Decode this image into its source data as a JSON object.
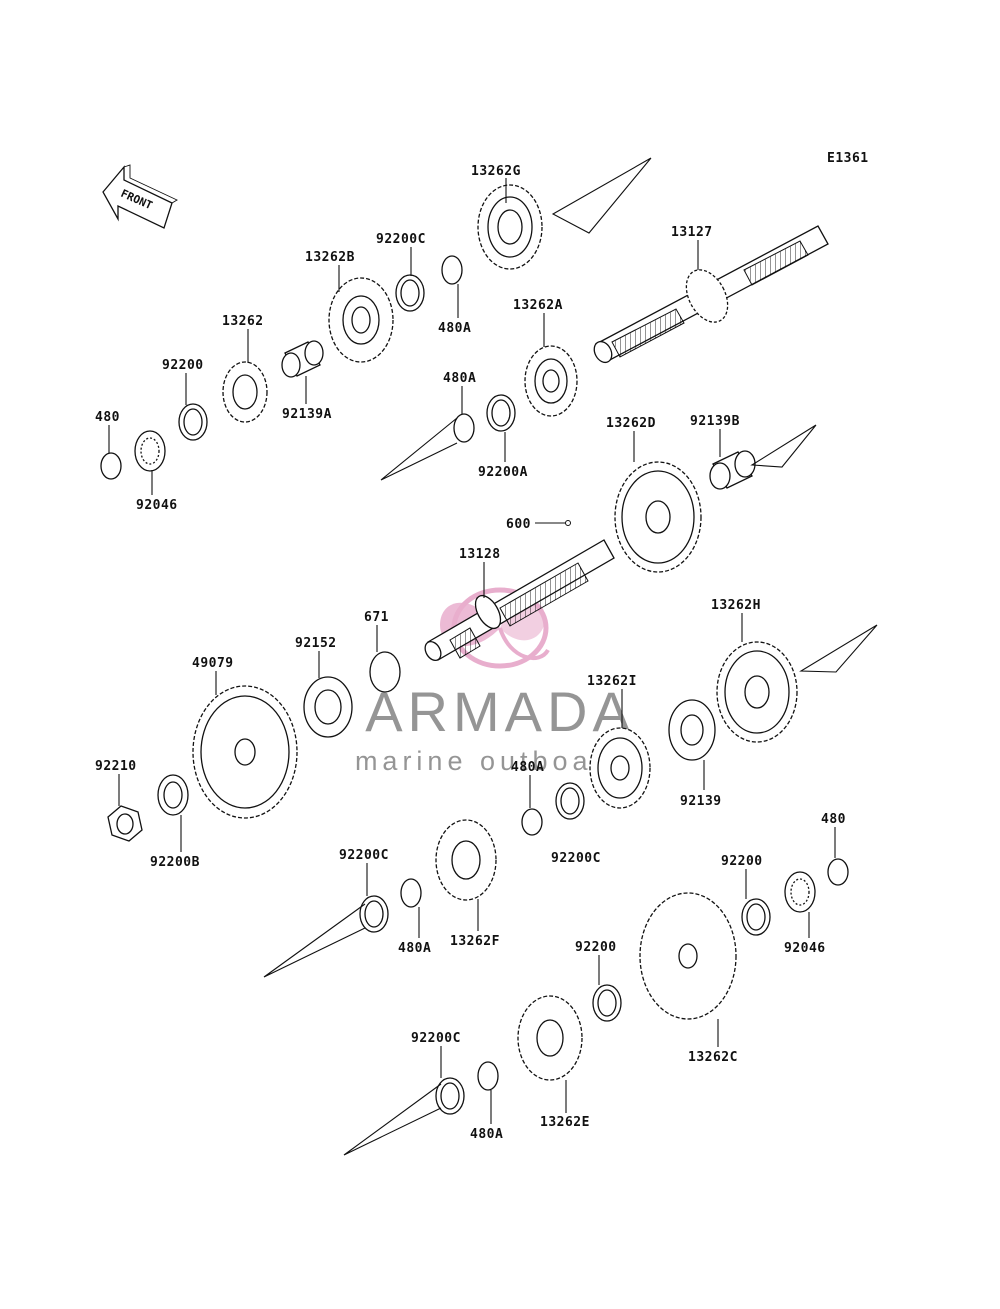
{
  "diagram_code": "E1361",
  "front_label": "FRONT",
  "watermark": {
    "title": "ARMADA",
    "subtitle": "marine outboards",
    "title_color": "#8a8a8a",
    "logo_color": "#e6a6c8"
  },
  "parts": [
    {
      "id": "p-13262g",
      "label": "13262G"
    },
    {
      "id": "p-92200c-a",
      "label": "92200C"
    },
    {
      "id": "p-13262b",
      "label": "13262B"
    },
    {
      "id": "p-480a-a",
      "label": "480A"
    },
    {
      "id": "p-13127",
      "label": "13127"
    },
    {
      "id": "p-13262a",
      "label": "13262A"
    },
    {
      "id": "p-13262",
      "label": "13262"
    },
    {
      "id": "p-92200-a",
      "label": "92200"
    },
    {
      "id": "p-92139a",
      "label": "92139A"
    },
    {
      "id": "p-480-a",
      "label": "480"
    },
    {
      "id": "p-92046-a",
      "label": "92046"
    },
    {
      "id": "p-480a-b",
      "label": "480A"
    },
    {
      "id": "p-92200a",
      "label": "92200A"
    },
    {
      "id": "p-13262d",
      "label": "13262D"
    },
    {
      "id": "p-92139b",
      "label": "92139B"
    },
    {
      "id": "p-600",
      "label": "600"
    },
    {
      "id": "p-13128",
      "label": "13128"
    },
    {
      "id": "p-671",
      "label": "671"
    },
    {
      "id": "p-92152",
      "label": "92152"
    },
    {
      "id": "p-49079",
      "label": "49079"
    },
    {
      "id": "p-13262h",
      "label": "13262H"
    },
    {
      "id": "p-13262i",
      "label": "13262I"
    },
    {
      "id": "p-480a-c",
      "label": "480A"
    },
    {
      "id": "p-92139",
      "label": "92139"
    },
    {
      "id": "p-92210",
      "label": "92210"
    },
    {
      "id": "p-92200b",
      "label": "92200B"
    },
    {
      "id": "p-92200c-b",
      "label": "92200C"
    },
    {
      "id": "p-92200c-c",
      "label": "92200C"
    },
    {
      "id": "p-480-b",
      "label": "480"
    },
    {
      "id": "p-92200-b",
      "label": "92200"
    },
    {
      "id": "p-480a-d",
      "label": "480A"
    },
    {
      "id": "p-13262f",
      "label": "13262F"
    },
    {
      "id": "p-92046-b",
      "label": "92046"
    },
    {
      "id": "p-92200-c",
      "label": "92200"
    },
    {
      "id": "p-13262c",
      "label": "13262C"
    },
    {
      "id": "p-92200c-d",
      "label": "92200C"
    },
    {
      "id": "p-480a-e",
      "label": "480A"
    },
    {
      "id": "p-13262e",
      "label": "13262E"
    }
  ]
}
